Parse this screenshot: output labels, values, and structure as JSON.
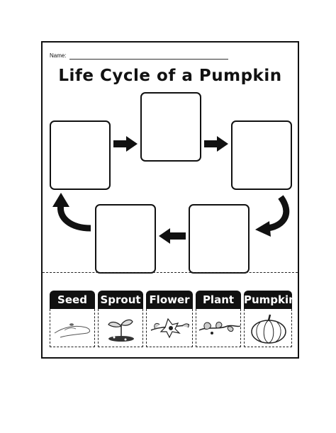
{
  "worksheet": {
    "name_label": "Name:",
    "title": "Life Cycle of a Pumpkin"
  },
  "cards": [
    {
      "label": "Seed"
    },
    {
      "label": "Sprout"
    },
    {
      "label": "Flower"
    },
    {
      "label": "Plant"
    },
    {
      "label": "Pumpkin"
    }
  ]
}
